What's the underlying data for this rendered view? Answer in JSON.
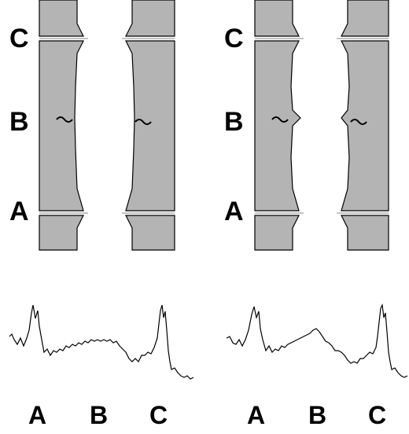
{
  "panels": [
    {
      "side_labels": {
        "top": "C",
        "middle": "B",
        "bottom": "A"
      },
      "trace_labels": [
        "A",
        "B",
        "C"
      ]
    },
    {
      "side_labels": {
        "top": "C",
        "middle": "B",
        "bottom": "A"
      },
      "trace_labels": [
        "A",
        "B",
        "C"
      ]
    }
  ],
  "colors": {
    "tube_fill": "#b4b4b4",
    "stroke": "#000000",
    "background": "#ffffff"
  }
}
